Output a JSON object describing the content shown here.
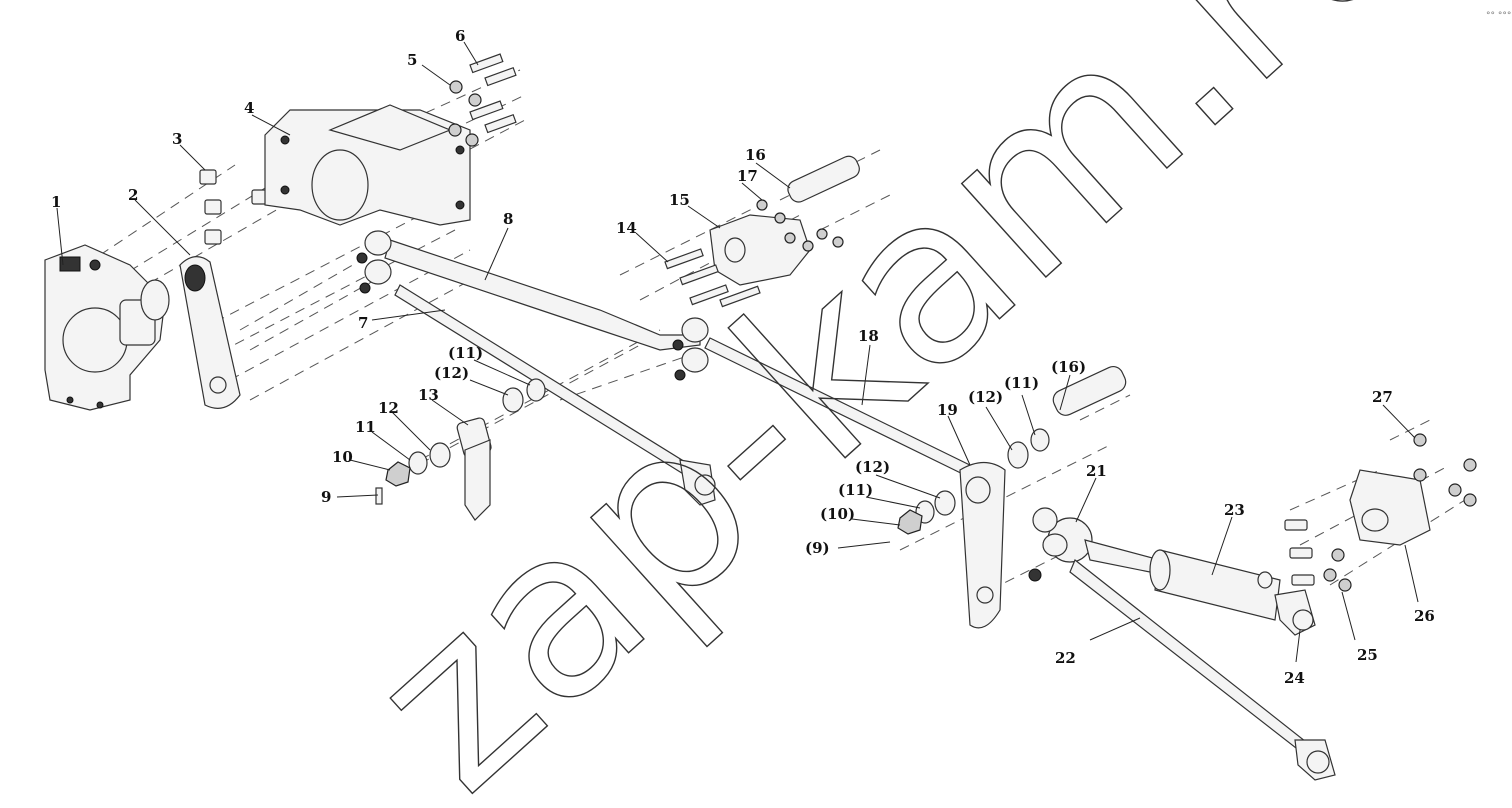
{
  "watermark": "zap-kam.ru",
  "corner_mark": "°° °°°",
  "callouts": [
    "1",
    "2",
    "3",
    "4",
    "5",
    "6",
    "7",
    "8",
    "9",
    "10",
    "11",
    "12",
    "13",
    "14",
    "15",
    "16",
    "17",
    "18",
    "19",
    "21",
    "22",
    "23",
    "24",
    "25",
    "26",
    "27",
    "(11)",
    "(12)",
    "(16)",
    "(12)",
    "(11)",
    "(12)",
    "(11)",
    "(10)",
    "(9)"
  ]
}
